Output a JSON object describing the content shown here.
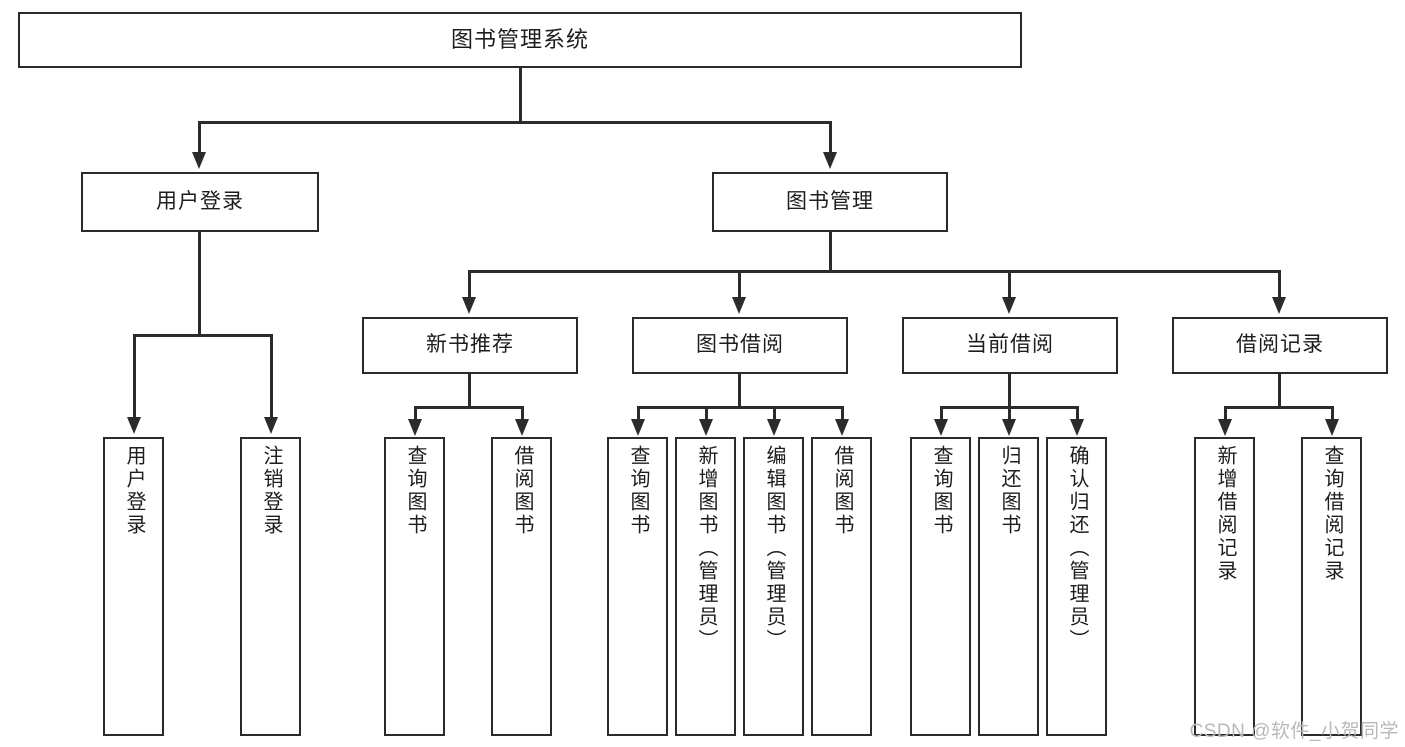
{
  "diagram": {
    "type": "tree-hierarchy",
    "title": "图书管理系统",
    "watermark": "CSDN @软件_小贺同学",
    "colors": {
      "stroke": "#2b2b2b",
      "fill": "#ffffff",
      "text": "#1d1d1d",
      "watermark": "#b9b9b9"
    },
    "levels": [
      {
        "level": 1,
        "labels": [
          "图书管理系统"
        ]
      },
      {
        "level": 2,
        "labels": [
          "用户登录",
          "图书管理"
        ]
      },
      {
        "level": 3,
        "labels": [
          "新书推荐",
          "图书借阅",
          "当前借阅",
          "借阅记录"
        ]
      },
      {
        "level": 4,
        "labels": [
          "用户登录",
          "注销登录",
          "查询图书",
          "借阅图书",
          "查询图书",
          "新增图书（管理员）",
          "编辑图书（管理员）",
          "借阅图书",
          "查询图书",
          "归还图书",
          "确认归还（管理员）",
          "新增借阅记录",
          "查询借阅记录"
        ]
      }
    ],
    "nodes": {
      "root": {
        "label": "图书管理系统"
      },
      "l2": [
        {
          "id": "user-login",
          "label": "用户登录"
        },
        {
          "id": "book-manage",
          "label": "图书管理"
        }
      ],
      "l3": [
        {
          "id": "new-book-rec",
          "label": "新书推荐"
        },
        {
          "id": "book-borrow",
          "label": "图书借阅"
        },
        {
          "id": "current-borrow",
          "label": "当前借阅"
        },
        {
          "id": "borrow-record",
          "label": "借阅记录"
        }
      ],
      "leaves": [
        {
          "id": "leaf-user-login",
          "label": "用户登录"
        },
        {
          "id": "leaf-user-logout",
          "label": "注销登录"
        },
        {
          "id": "leaf-query-book-1",
          "label": "查询图书"
        },
        {
          "id": "leaf-borrow-book-1",
          "label": "借阅图书"
        },
        {
          "id": "leaf-query-book-2",
          "label": "查询图书"
        },
        {
          "id": "leaf-add-book",
          "label": "新增图书（管理员）"
        },
        {
          "id": "leaf-edit-book",
          "label": "编辑图书（管理员）"
        },
        {
          "id": "leaf-borrow-book-2",
          "label": "借阅图书"
        },
        {
          "id": "leaf-query-book-3",
          "label": "查询图书"
        },
        {
          "id": "leaf-return-book",
          "label": "归还图书"
        },
        {
          "id": "leaf-confirm-return",
          "label": "确认归还（管理员）"
        },
        {
          "id": "leaf-add-record",
          "label": "新增借阅记录"
        },
        {
          "id": "leaf-query-record",
          "label": "查询借阅记录"
        }
      ]
    },
    "edges": [
      {
        "from": "图书管理系统",
        "to": "用户登录"
      },
      {
        "from": "图书管理系统",
        "to": "图书管理"
      },
      {
        "from": "用户登录",
        "to": "用户登录"
      },
      {
        "from": "用户登录",
        "to": "注销登录"
      },
      {
        "from": "图书管理",
        "to": "新书推荐"
      },
      {
        "from": "图书管理",
        "to": "图书借阅"
      },
      {
        "from": "图书管理",
        "to": "当前借阅"
      },
      {
        "from": "图书管理",
        "to": "借阅记录"
      },
      {
        "from": "新书推荐",
        "to": "查询图书"
      },
      {
        "from": "新书推荐",
        "to": "借阅图书"
      },
      {
        "from": "图书借阅",
        "to": "查询图书"
      },
      {
        "from": "图书借阅",
        "to": "新增图书（管理员）"
      },
      {
        "from": "图书借阅",
        "to": "编辑图书（管理员）"
      },
      {
        "from": "图书借阅",
        "to": "借阅图书"
      },
      {
        "from": "当前借阅",
        "to": "查询图书"
      },
      {
        "from": "当前借阅",
        "to": "归还图书"
      },
      {
        "from": "当前借阅",
        "to": "确认归还（管理员）"
      },
      {
        "from": "借阅记录",
        "to": "新增借阅记录"
      },
      {
        "from": "借阅记录",
        "to": "查询借阅记录"
      }
    ]
  }
}
